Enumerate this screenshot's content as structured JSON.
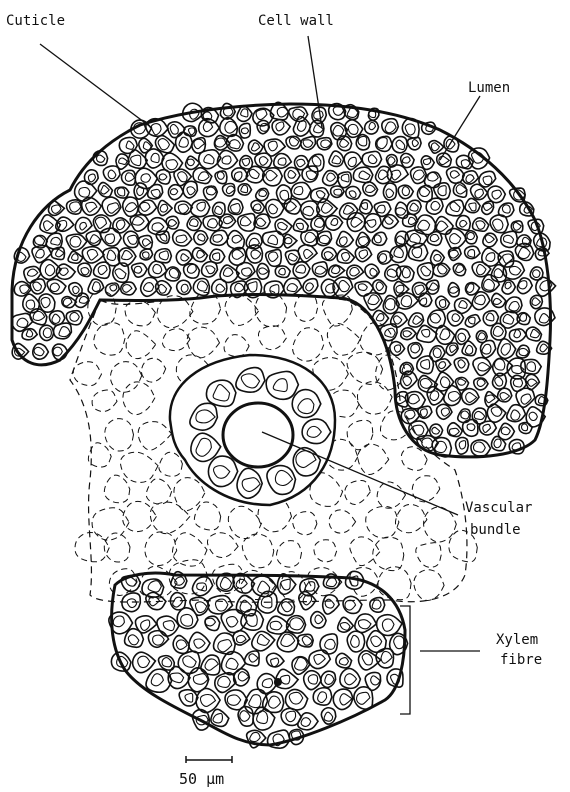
{
  "labels": {
    "cuticle": "Cuticle",
    "cell_wall": "Cell wall",
    "lumen": "Lumen",
    "vascular_1": "Vascular",
    "vascular_2": "bundle",
    "xylem_1": "Xylem",
    "xylem_2": "fibre",
    "scale": "50 µm"
  },
  "colors": {
    "ink": "#111111",
    "paper": "#ffffff"
  }
}
